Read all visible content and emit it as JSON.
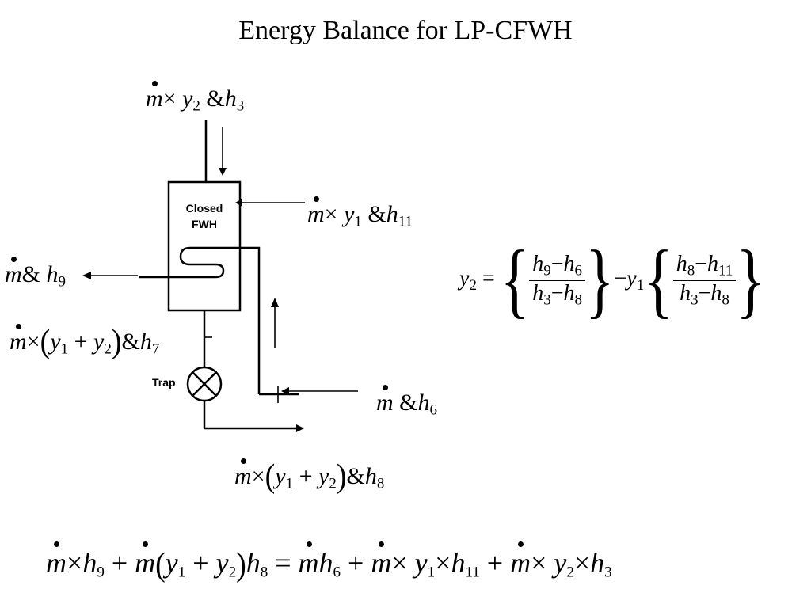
{
  "title": "Energy Balance for LP-CFWH",
  "diagram": {
    "box_label_line1": "Closed",
    "box_label_line2": "FWH",
    "trap_label": "Trap"
  },
  "labels": {
    "top_in": {
      "m": "m",
      "times": "×",
      "y": "y",
      "y_sub": "2",
      "amp": "&",
      "h": "h",
      "h_sub": "3"
    },
    "side_in": {
      "m": "m",
      "times": "×",
      "y": "y",
      "y_sub": "1",
      "amp": "&",
      "h": "h",
      "h_sub": "11"
    },
    "left_out": {
      "m": "m",
      "amp": "&",
      "h": "h",
      "h_sub": "9"
    },
    "drain_mid": {
      "m": "m",
      "times": "×",
      "y1": "y",
      "y1_sub": "1",
      "plus": "+",
      "y2": "y",
      "y2_sub": "2",
      "amp": "&",
      "h": "h",
      "h_sub": "7"
    },
    "feed_in": {
      "m": "m",
      "amp": "&",
      "h": "h",
      "h_sub": "6"
    },
    "drain_out": {
      "m": "m",
      "times": "×",
      "y1": "y",
      "y1_sub": "1",
      "plus": "+",
      "y2": "y",
      "y2_sub": "2",
      "amp": "&",
      "h": "h",
      "h_sub": "8"
    }
  },
  "equation_y2": {
    "lhs": "y",
    "lhs_sub": "2",
    "eq": "=",
    "f1_num": {
      "a": "h",
      "a_sub": "9",
      "minus": "−",
      "b": "h",
      "b_sub": "6"
    },
    "f1_den": {
      "a": "h",
      "a_sub": "3",
      "minus": "−",
      "b": "h",
      "b_sub": "8"
    },
    "minus": "−",
    "coef": "y",
    "coef_sub": "1",
    "f2_num": {
      "a": "h",
      "a_sub": "8",
      "minus": "−",
      "b": "h",
      "b_sub": "11"
    },
    "f2_den": {
      "a": "h",
      "a_sub": "3",
      "minus": "−",
      "b": "h",
      "b_sub": "8"
    }
  },
  "balance": {
    "t1": {
      "m": "m",
      "times": "×",
      "h": "h",
      "h_sub": "9"
    },
    "plus1": "+",
    "t2": {
      "m": "m",
      "y1": "y",
      "y1_sub": "1",
      "plus": "+",
      "y2": "y",
      "y2_sub": "2",
      "h": "h",
      "h_sub": "8"
    },
    "eq": "=",
    "t3": {
      "m": "m",
      "h": "h",
      "h_sub": "6"
    },
    "plus2": "+",
    "t4": {
      "m": "m",
      "times": "×",
      "y": "y",
      "y_sub": "1",
      "times2": "×",
      "h": "h",
      "h_sub": "11"
    },
    "plus3": "+",
    "t5": {
      "m": "m",
      "times": "×",
      "y": "y",
      "y_sub": "2",
      "times2": "×",
      "h": "h",
      "h_sub": "3"
    }
  }
}
